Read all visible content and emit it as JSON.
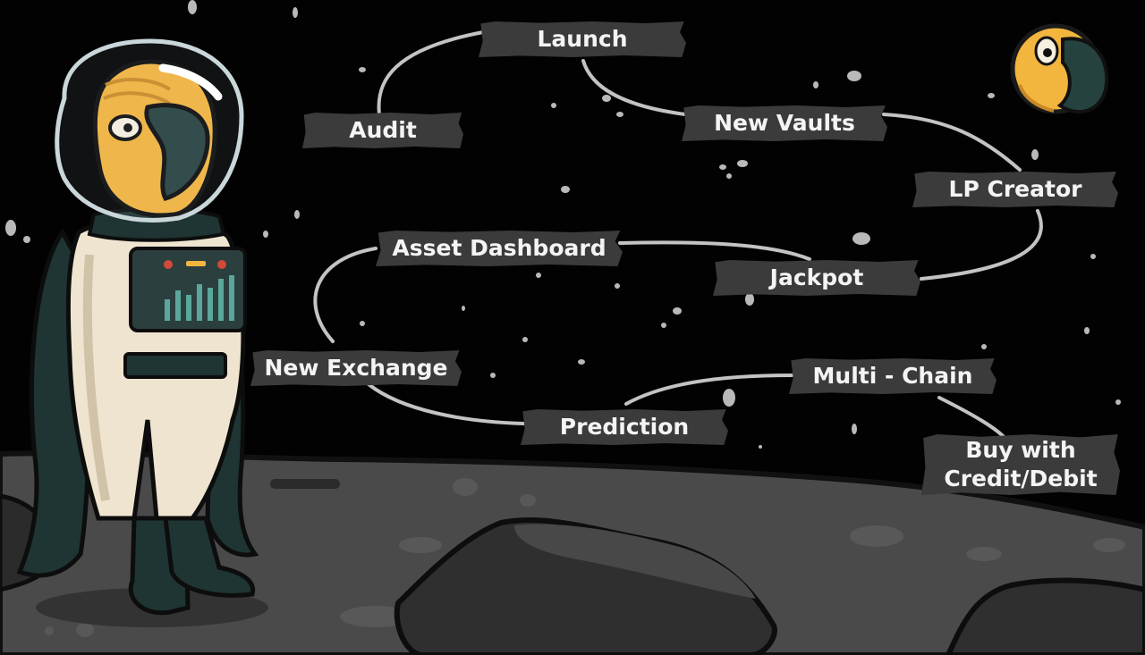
{
  "colors": {
    "sky": "#020202",
    "ground": "#4a4a4a",
    "label_bg": "#3b3b3b",
    "label_text": "#f4f4f4",
    "path_line": "#d8d8d8",
    "parrot_yellow": "#f2b53e",
    "beak": "#26423f",
    "suit": "#efe4cf",
    "cape": "#1e3533"
  },
  "roadmap": {
    "items": [
      {
        "id": "audit",
        "label": "Audit"
      },
      {
        "id": "launch",
        "label": "Launch"
      },
      {
        "id": "new-vaults",
        "label": "New Vaults"
      },
      {
        "id": "lp-creator",
        "label": "LP Creator"
      },
      {
        "id": "jackpot",
        "label": "Jackpot"
      },
      {
        "id": "asset-dashboard",
        "label": "Asset Dashboard"
      },
      {
        "id": "new-exchange",
        "label": "New Exchange"
      },
      {
        "id": "prediction",
        "label": "Prediction"
      },
      {
        "id": "multi-chain",
        "label": "Multi - Chain"
      },
      {
        "id": "buy-line1",
        "label": "Buy with"
      },
      {
        "id": "buy-line2",
        "label": "Credit/Debit"
      }
    ]
  }
}
